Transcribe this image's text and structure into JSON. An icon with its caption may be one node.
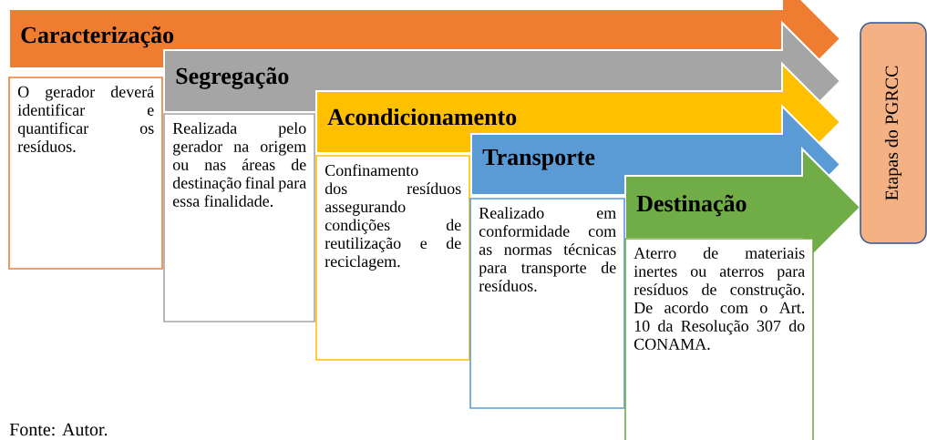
{
  "diagram": {
    "nodes": [
      {
        "text": [
          "Caracterização"
        ]
      },
      {
        "text": [
          "O gerador deverá identificar e quantificar os resíduos."
        ]
      },
      {
        "text": [
          "Segregação"
        ]
      },
      {
        "text": [
          "Realizada pelo gerador na origem ou nas áreas de destinação final para essa finalidade."
        ]
      },
      {
        "text": [
          "Acondicionamento"
        ]
      },
      {
        "text": [
          "Confinamento dos resíduos assegurando condições de reutilização e de reciclagem."
        ]
      },
      {
        "text": [
          "Transporte"
        ]
      },
      {
        "text": [
          "Realizado em conformidade com as normas técnicas para transporte de resíduos."
        ]
      },
      {
        "text": [
          "Destinação"
        ]
      },
      {
        "text": [
          "Aterro de materiais inertes ou aterros para resíduos de construção. De acordo com o Art. 10 da Resolução 307 do CONAMA."
        ]
      },
      {
        "text": [
          "Etapas do PGRCC"
        ]
      }
    ],
    "labels": [
      "Fonte: Autor."
    ]
  }
}
